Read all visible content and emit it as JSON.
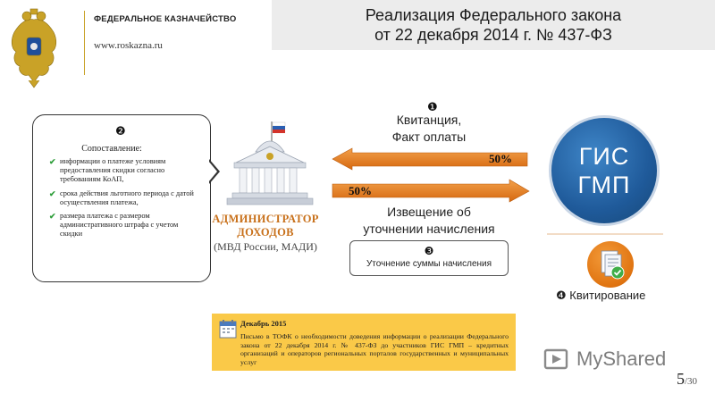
{
  "header": {
    "org_name": "ФЕДЕРАЛЬНОЕ КАЗНАЧЕЙСТВО",
    "url": "www.roskazna.ru",
    "title_line1": "Реализация Федерального закона",
    "title_line2": "от 22 декабря 2014 г. № 437-ФЗ"
  },
  "comparison": {
    "number": "❷",
    "title": "Сопоставление:",
    "items": [
      "информации о платеже условиям предоставления скидки согласно требованиям КоАП,",
      "срока действия льготного периода с датой осуществления платежа,",
      "размера платежа с размером административного штрафа с учетом скидки"
    ]
  },
  "administrator": {
    "title_line1": "АДМИНИСТРАТОР",
    "title_line2": "ДОХОДОВ",
    "subtitle": "(МВД России, МАДИ)"
  },
  "flow": {
    "step1_number": "❶",
    "step1_line1": "Квитанция,",
    "step1_line2": "Факт оплаты",
    "arrow_left_pct": "50%",
    "arrow_right_pct": "50%",
    "step2_line1": "Извещение об",
    "step2_line2": "уточнении начисления",
    "step3_number": "❸",
    "step3_text": "Уточнение суммы начисления"
  },
  "gis": {
    "line1": "ГИС",
    "line2": "ГМП",
    "step4_number": "❹",
    "step4_text": "Квитирование"
  },
  "note": {
    "date": "Декабрь 2015",
    "text": "Письмо в ТОФК о необходимости доведения информации о реализации Федерального закона от 22 декабря 2014 г. № 437-ФЗ до участников ГИС ГМП – кредитных организаций и операторов региональных порталов государственных и муниципальных услуг"
  },
  "footer": {
    "watermark": "MyShared",
    "page_current": "5",
    "page_total": "/30"
  },
  "colors": {
    "accent_orange": "#e0781a",
    "gis_blue": "#1f5a9a",
    "note_yellow": "#fac948",
    "check_green": "#2e9e3a",
    "admin_orange": "#c8701a"
  }
}
